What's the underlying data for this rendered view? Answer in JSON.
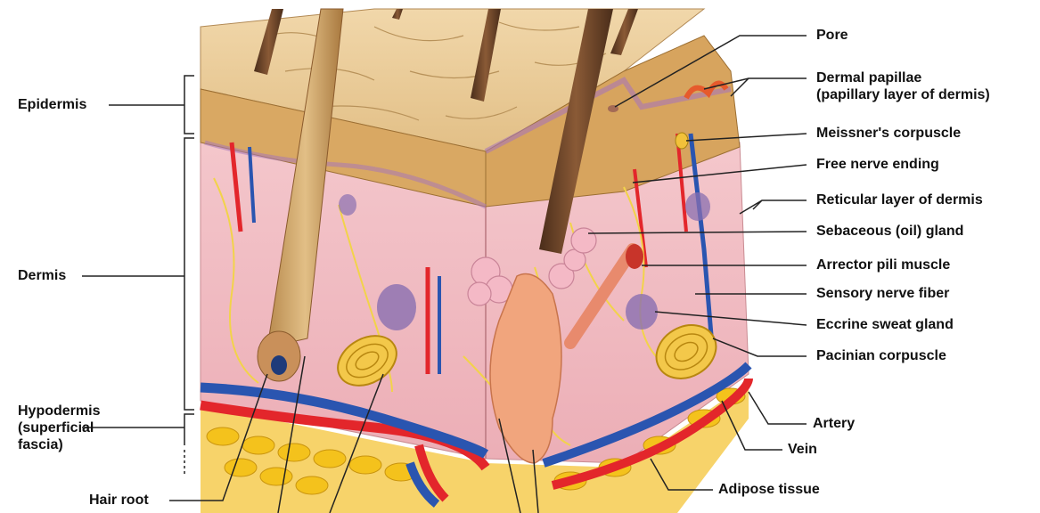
{
  "diagram": {
    "left_labels": [
      {
        "key": "epidermis",
        "text": "Epidermis"
      },
      {
        "key": "dermis",
        "text": "Dermis"
      },
      {
        "key": "hypodermis",
        "text": "Hypodermis\n(superficial\nfascia)"
      }
    ],
    "right_labels": [
      {
        "key": "pore",
        "text": "Pore"
      },
      {
        "key": "dermal-papillae",
        "text": "Dermal papillae\n(papillary layer of dermis)"
      },
      {
        "key": "meissners-corpuscle",
        "text": "Meissner's corpuscle"
      },
      {
        "key": "free-nerve-ending",
        "text": "Free nerve ending"
      },
      {
        "key": "reticular-layer",
        "text": "Reticular layer of dermis"
      },
      {
        "key": "sebaceous-gland",
        "text": "Sebaceous (oil) gland"
      },
      {
        "key": "arrector-pili",
        "text": "Arrector pili muscle"
      },
      {
        "key": "sensory-nerve-fiber",
        "text": "Sensory nerve fiber"
      },
      {
        "key": "eccrine-sweat-gland",
        "text": "Eccrine sweat gland"
      },
      {
        "key": "pacinian-corpuscle",
        "text": "Pacinian corpuscle"
      },
      {
        "key": "artery",
        "text": "Artery"
      },
      {
        "key": "vein",
        "text": "Vein"
      },
      {
        "key": "adipose-tissue",
        "text": "Adipose tissue"
      }
    ],
    "bottom_labels": [
      {
        "key": "hair-root",
        "text": "Hair root"
      }
    ],
    "colors": {
      "epidermis": "#e7c79a",
      "dermis": "#f1bcc2",
      "artery": "#e3262b",
      "vein": "#2a55b0",
      "nerve": "#f2d34a",
      "fat": "#f4c21c",
      "hair": "#6b4428"
    }
  }
}
